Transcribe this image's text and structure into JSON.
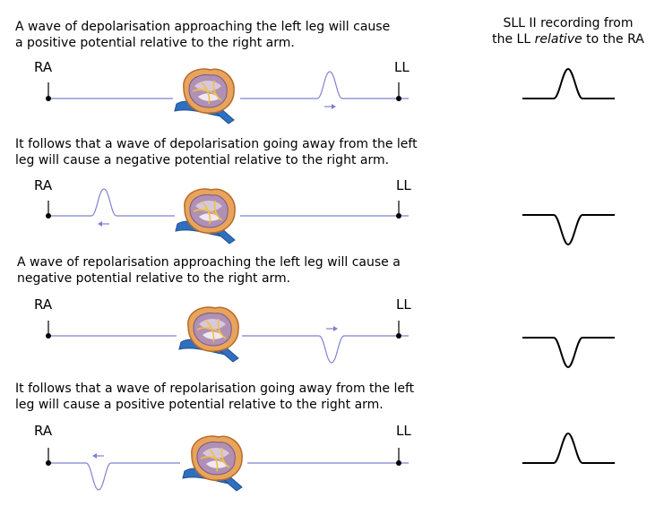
{
  "header": {
    "line1": "SLL II recording from",
    "line2_pre": "the LL ",
    "line2_em": "relative",
    "line2_post": " to the RA"
  },
  "panels": [
    {
      "caption_line1": "A wave of depolarisation approaching the left leg will cause",
      "caption_line2": "a positive potential relative to the right arm.",
      "left_lead": "RA",
      "right_lead": "LL",
      "wave_polarity": "positive",
      "wave_direction": "right",
      "recording_polarity": "positive"
    },
    {
      "caption_line1": "It follows that a wave of depolarisation going away from the left",
      "caption_line2": "leg will cause a negative potential relative to the right arm.",
      "left_lead": "RA",
      "right_lead": "LL",
      "wave_polarity": "positive",
      "wave_direction": "left",
      "recording_polarity": "negative"
    },
    {
      "caption_line1": "A wave of repolarisation approaching the left leg will cause a",
      "caption_line2": "negative potential relative to the right arm.",
      "left_lead": "RA",
      "right_lead": "LL",
      "wave_polarity": "negative",
      "wave_direction": "right",
      "recording_polarity": "negative"
    },
    {
      "caption_line1": "It follows that a wave of repolarisation going away from the left",
      "caption_line2": "leg will cause a positive potential relative to the right arm.",
      "left_lead": "RA",
      "right_lead": "LL",
      "wave_polarity": "negative",
      "wave_direction": "left",
      "recording_polarity": "positive"
    }
  ],
  "colors": {
    "wire": "#8080d0",
    "trace": "#000000",
    "heart_outer": "#d98a3a",
    "heart_inner": "#9a7a9e",
    "vessel": "#2f6fc0"
  },
  "icons": [
    "heart-icon",
    "arrow-right-icon",
    "arrow-left-icon"
  ]
}
